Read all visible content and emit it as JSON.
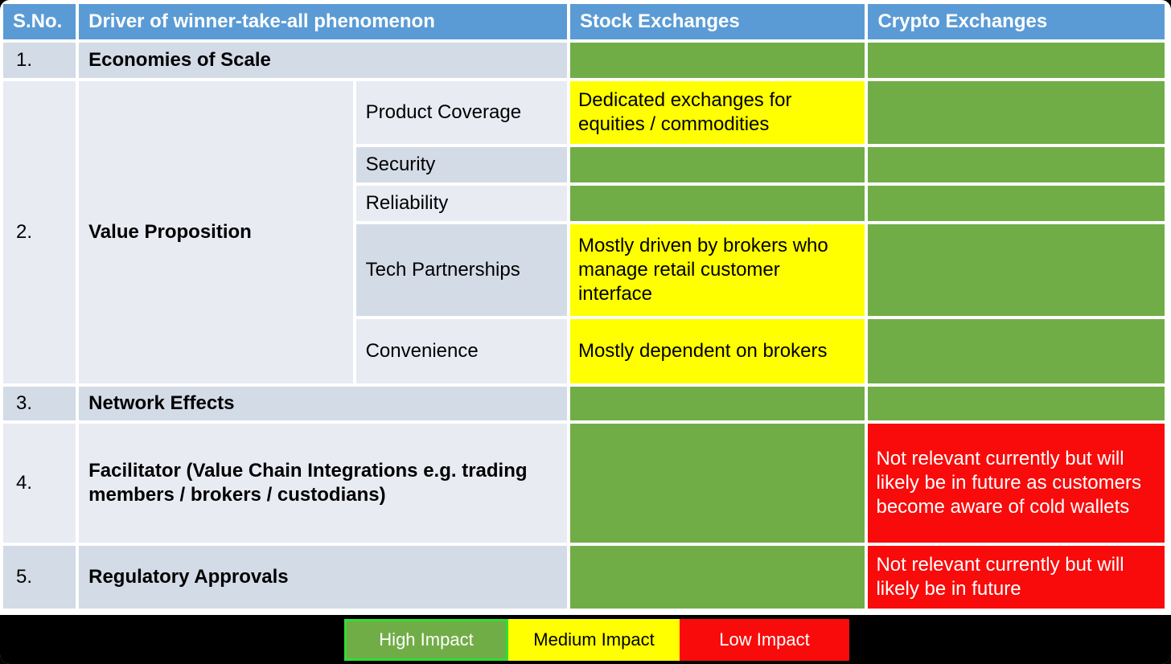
{
  "colors": {
    "pageBg": "#000000",
    "headerBlue": "#5B9BD5",
    "headerText": "#FFFFFF",
    "bodyText": "#000000",
    "rowDark": "#D3DBE7",
    "rowLight": "#E9EBF3",
    "impactGreen": "#70AD47",
    "impactYellow": "#FFFF00",
    "impactRed": "#F90B0B",
    "legendGreenBorder": "#33DD33"
  },
  "table": {
    "header": {
      "sno": "S.No.",
      "driver": "Driver of winner-take-all phenomenon",
      "stock": "Stock Exchanges",
      "crypto": "Crypto Exchanges"
    },
    "rows": {
      "r1": {
        "sno": "1.",
        "driver": "Economies of Scale",
        "stock_impact": "high",
        "crypto_impact": "high"
      },
      "r2": {
        "sno": "2.",
        "driver": "Value Proposition",
        "subs": [
          {
            "label": "Product Coverage",
            "stock_impact": "medium",
            "stock_text": "Dedicated exchanges for equities / commodities",
            "crypto_impact": "high"
          },
          {
            "label": "Security",
            "stock_impact": "high",
            "crypto_impact": "high"
          },
          {
            "label": "Reliability",
            "stock_impact": "high",
            "crypto_impact": "high"
          },
          {
            "label": "Tech Partnerships",
            "stock_impact": "medium",
            "stock_text": "Mostly driven by brokers who manage retail customer interface",
            "crypto_impact": "high"
          },
          {
            "label": "Convenience",
            "stock_impact": "medium",
            "stock_text": "Mostly dependent on brokers",
            "crypto_impact": "high"
          }
        ]
      },
      "r3": {
        "sno": "3.",
        "driver": "Network Effects",
        "stock_impact": "high",
        "crypto_impact": "high"
      },
      "r4": {
        "sno": "4.",
        "driver": "Facilitator (Value Chain Integrations e.g. trading members / brokers / custodians)",
        "stock_impact": "high",
        "crypto_impact": "low",
        "crypto_text": "Not relevant currently but will likely be in future as customers become aware of cold wallets"
      },
      "r5": {
        "sno": "5.",
        "driver": "Regulatory Approvals",
        "stock_impact": "high",
        "crypto_impact": "low",
        "crypto_text": "Not relevant currently but will likely be in future"
      }
    }
  },
  "legend": {
    "items": [
      {
        "label": "High Impact",
        "color": "#70AD47",
        "text_color": "#FFFFFF"
      },
      {
        "label": "Medium Impact",
        "color": "#FFFF00",
        "text_color": "#000000"
      },
      {
        "label": "Low Impact",
        "color": "#F90B0B",
        "text_color": "#FFFFFF"
      }
    ]
  }
}
